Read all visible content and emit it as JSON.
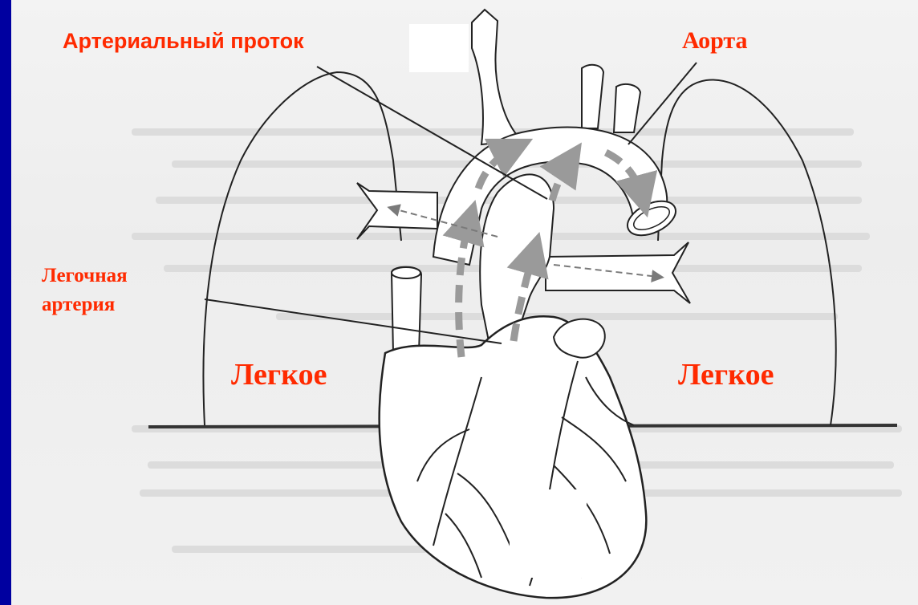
{
  "labels": {
    "ductus_arteriosus": "Артериальный проток",
    "aorta": "Аорта",
    "pulmonary_artery": "Легочная\nартерия",
    "lung_left": "Легкое",
    "lung_right": "Легкое"
  },
  "colors": {
    "background": "#0000a0",
    "label": "#ff2a00",
    "line": "#222222",
    "arrow": "#9a9a9a"
  }
}
